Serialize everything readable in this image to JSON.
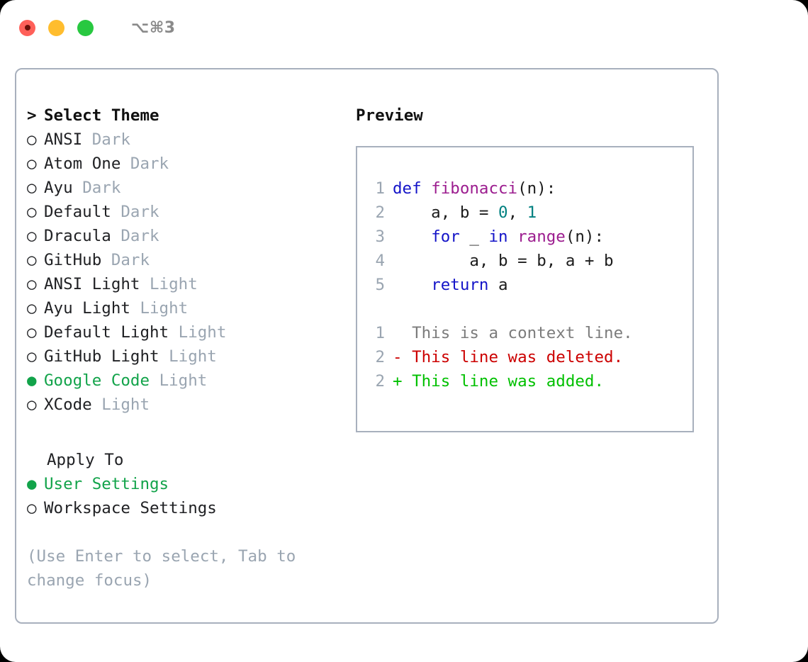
{
  "titlebar": {
    "buttons": [
      {
        "name": "close",
        "color": "#ff6059"
      },
      {
        "name": "minimize",
        "color": "#ffbd2e"
      },
      {
        "name": "maximize",
        "color": "#28c840"
      }
    ],
    "shortcut": "⌥⌘3"
  },
  "theme_picker": {
    "header": {
      "marker": ">",
      "title": "Select Theme"
    },
    "items": [
      {
        "marker": "○",
        "label": "ANSI",
        "variant": "Dark",
        "selected": false
      },
      {
        "marker": "○",
        "label": "Atom One",
        "variant": "Dark",
        "selected": false
      },
      {
        "marker": "○",
        "label": "Ayu",
        "variant": "Dark",
        "selected": false
      },
      {
        "marker": "○",
        "label": "Default",
        "variant": "Dark",
        "selected": false
      },
      {
        "marker": "○",
        "label": "Dracula",
        "variant": "Dark",
        "selected": false
      },
      {
        "marker": "○",
        "label": "GitHub",
        "variant": "Dark",
        "selected": false
      },
      {
        "marker": "○",
        "label": "ANSI Light",
        "variant": "Light",
        "selected": false
      },
      {
        "marker": "○",
        "label": "Ayu Light",
        "variant": "Light",
        "selected": false
      },
      {
        "marker": "○",
        "label": "Default Light",
        "variant": "Light",
        "selected": false
      },
      {
        "marker": "○",
        "label": "GitHub Light",
        "variant": "Light",
        "selected": false
      },
      {
        "marker": "●",
        "label": "Google Code",
        "variant": "Light",
        "selected": true
      },
      {
        "marker": "○",
        "label": "XCode",
        "variant": "Light",
        "selected": false
      }
    ]
  },
  "apply_to": {
    "header": "Apply To",
    "items": [
      {
        "marker": "●",
        "label": "User Settings",
        "selected": true
      },
      {
        "marker": "○",
        "label": "Workspace Settings",
        "selected": false
      }
    ]
  },
  "hint": "(Use Enter to select, Tab to change focus)",
  "preview": {
    "title": "Preview",
    "code_lines": [
      {
        "num": "1",
        "tokens": [
          {
            "t": "def ",
            "c": "kw"
          },
          {
            "t": "fibonacci",
            "c": "fn"
          },
          {
            "t": "(n):",
            "c": "plain"
          }
        ]
      },
      {
        "num": "2",
        "tokens": [
          {
            "t": "    a, b = ",
            "c": "plain"
          },
          {
            "t": "0",
            "c": "num"
          },
          {
            "t": ", ",
            "c": "plain"
          },
          {
            "t": "1",
            "c": "num"
          }
        ]
      },
      {
        "num": "3",
        "tokens": [
          {
            "t": "    ",
            "c": "plain"
          },
          {
            "t": "for",
            "c": "kw"
          },
          {
            "t": " _ ",
            "c": "plain"
          },
          {
            "t": "in",
            "c": "kw"
          },
          {
            "t": " ",
            "c": "plain"
          },
          {
            "t": "range",
            "c": "fn"
          },
          {
            "t": "(n):",
            "c": "plain"
          }
        ]
      },
      {
        "num": "4",
        "tokens": [
          {
            "t": "        a, b = b, a + b",
            "c": "plain"
          }
        ]
      },
      {
        "num": "5",
        "tokens": [
          {
            "t": "    ",
            "c": "plain"
          },
          {
            "t": "return",
            "c": "kw"
          },
          {
            "t": " a",
            "c": "plain"
          }
        ]
      }
    ],
    "diff_lines": [
      {
        "num": "1",
        "sign": " ",
        "text": "This is a context line.",
        "kind": "ctx"
      },
      {
        "num": "2",
        "sign": "-",
        "text": "This line was deleted.",
        "kind": "del"
      },
      {
        "num": "2",
        "sign": "+",
        "text": "This line was added.",
        "kind": "add"
      }
    ]
  },
  "colors": {
    "accent_green": "#12a34a",
    "muted": "#9aa5b1",
    "border": "#a8b0bd",
    "keyword": "#1414c8",
    "function": "#9c1d8f",
    "number": "#008080",
    "diff_add": "#00c000",
    "diff_del": "#cc0000",
    "diff_ctx": "#7c7c7c"
  }
}
